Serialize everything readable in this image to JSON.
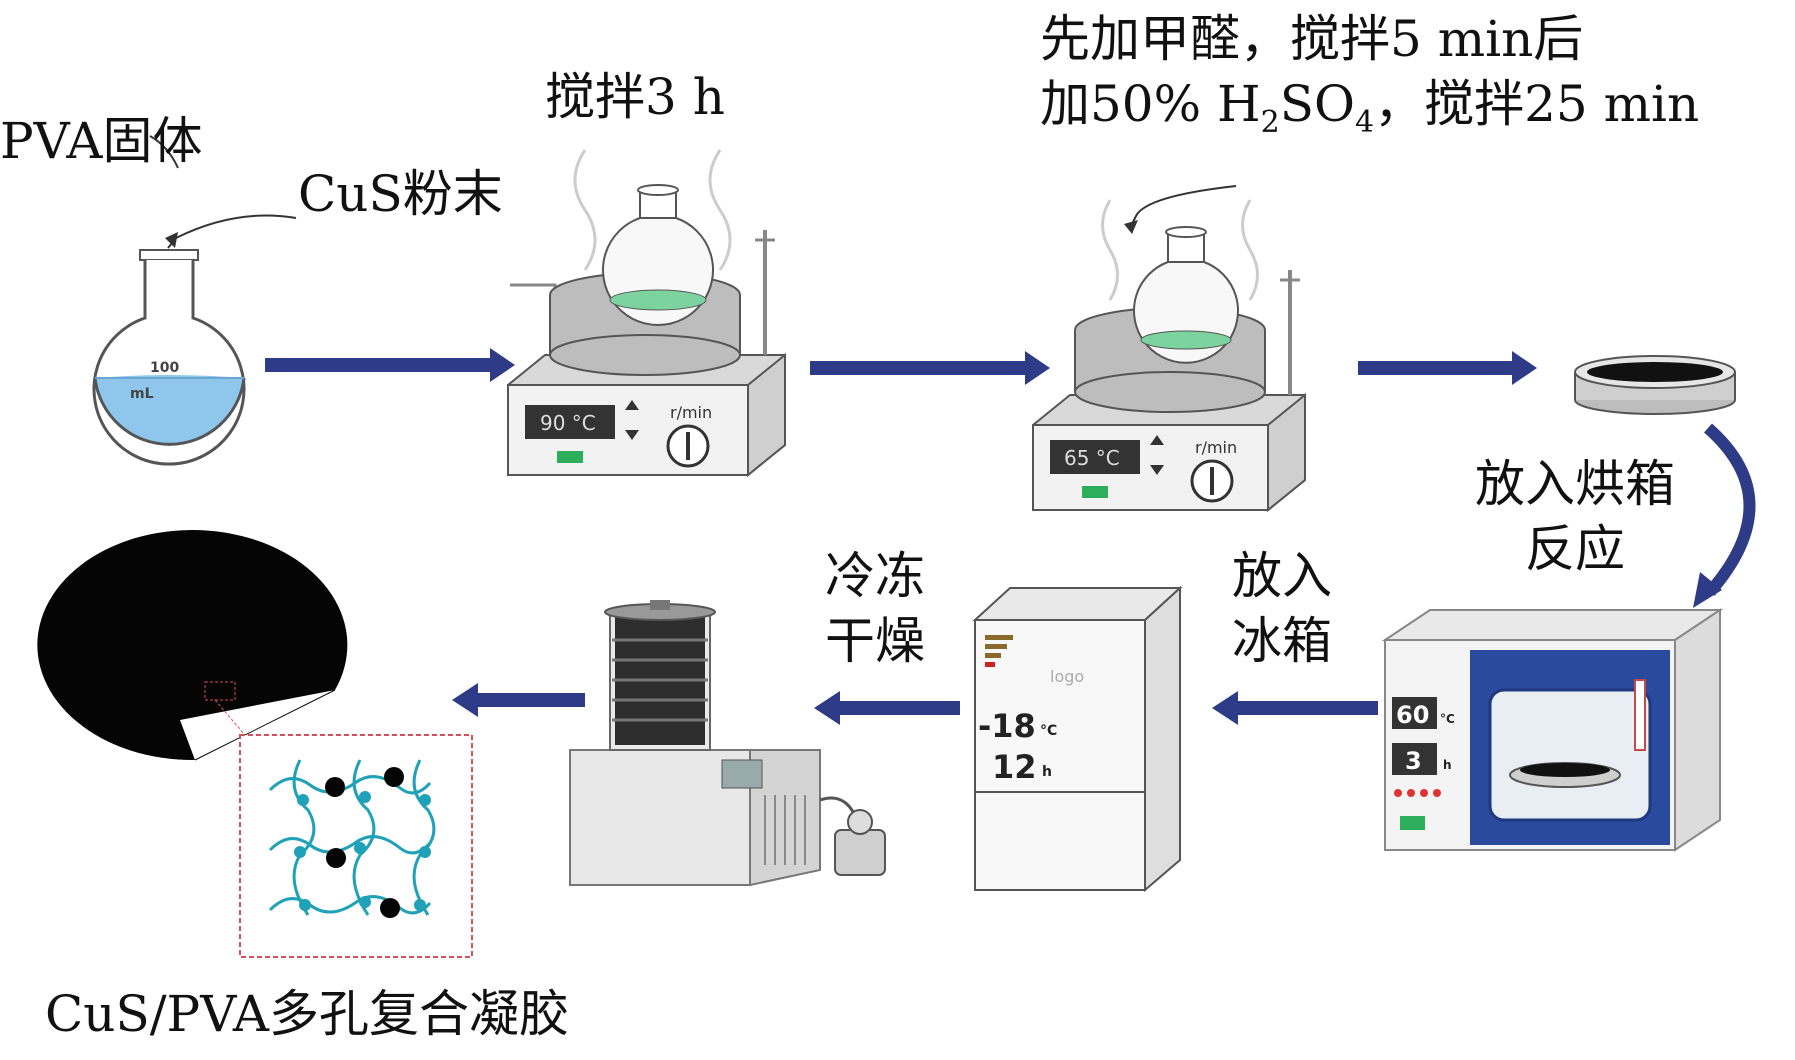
{
  "labels": {
    "pva_solid": "PVA固体",
    "cus_powder": "CuS粉末",
    "stir_3h": "搅拌3 h",
    "formaldehyde_line": "先加甲醛，搅拌5 min后",
    "acid_line": {
      "prefix": "加50% H",
      "sub2": "2",
      "mid": "SO",
      "sub4": "4",
      "suffix": "，搅拌25 min"
    },
    "oven_line1": "放入烘箱",
    "oven_line2": "反应",
    "fridge_line1": "放入",
    "fridge_line2": "冰箱",
    "freeze_line1": "冷冻",
    "freeze_line2": "干燥",
    "product": "CuS/PVA多孔复合凝胶"
  },
  "flask": {
    "line1": "100",
    "line2": "mL"
  },
  "stirrer1": {
    "temp": "90 °C",
    "speed": "r/min"
  },
  "stirrer2": {
    "temp": "65 °C",
    "speed": "r/min"
  },
  "oven": {
    "temp": "60",
    "temp_unit": "°C",
    "time": "3",
    "time_unit": "h"
  },
  "fridge": {
    "logo": "logo",
    "temp": "-18",
    "temp_unit": "°C",
    "time": "12",
    "time_unit": "h"
  },
  "colors": {
    "arrow": "#2e3b86",
    "liquid_blue": "#8fc7ec",
    "liquid_green": "#7dd3a0",
    "oven_blue": "#2a4a9e",
    "gel_black": "#050505",
    "network_teal": "#1fa1b8",
    "inset_border": "#d9505a"
  }
}
